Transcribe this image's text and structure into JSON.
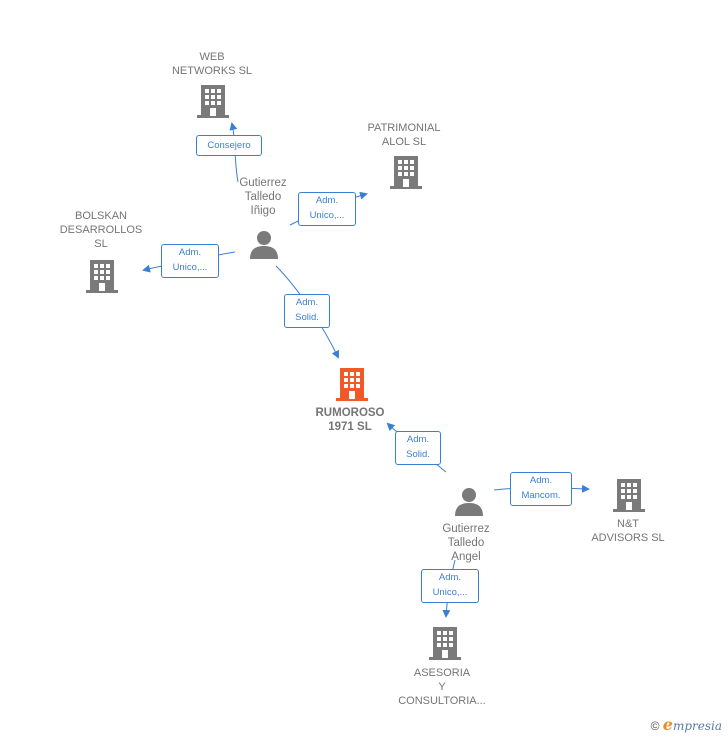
{
  "colors": {
    "edge": "#3b7fd4",
    "node": "#7a7a7a",
    "highlight": "#f05a28",
    "label": "#757575"
  },
  "nodes": {
    "web_networks": {
      "label": "WEB\nNETWORKS SL",
      "icon": "building-icon"
    },
    "patrimonial_alol": {
      "label": "PATRIMONIAL\nALOL  SL",
      "icon": "building-icon"
    },
    "bolskan": {
      "label": "BOLSKAN\nDESARROLLOS\nSL",
      "icon": "building-icon"
    },
    "gutierrez_inigo": {
      "label": "Gutierrez\nTalledo\nIñigo",
      "icon": "person-icon"
    },
    "rumoroso": {
      "label": "RUMOROSO\n1971  SL",
      "icon": "building-icon"
    },
    "gutierrez_angel": {
      "label": "Gutierrez\nTalledo\nAngel",
      "icon": "person-icon"
    },
    "nt_advisors": {
      "label": "N&T\nADVISORS  SL",
      "icon": "building-icon"
    },
    "asesoria": {
      "label": "ASESORIA\nY\nCONSULTORIA...",
      "icon": "building-icon"
    }
  },
  "edges": {
    "consejero": "Consejero",
    "adm_unico_patrimonial": "Adm.\nUnico,...",
    "adm_unico_bolskan": "Adm.\nUnico,...",
    "adm_solid_inigo": "Adm.\nSolid.",
    "adm_solid_angel": "Adm.\nSolid.",
    "adm_mancom": "Adm.\nMancom.",
    "adm_unico_asesoria": "Adm.\nUnico,..."
  },
  "footer": {
    "copyright": "©",
    "brand_e": "e",
    "brand_rest": "mpresia"
  }
}
